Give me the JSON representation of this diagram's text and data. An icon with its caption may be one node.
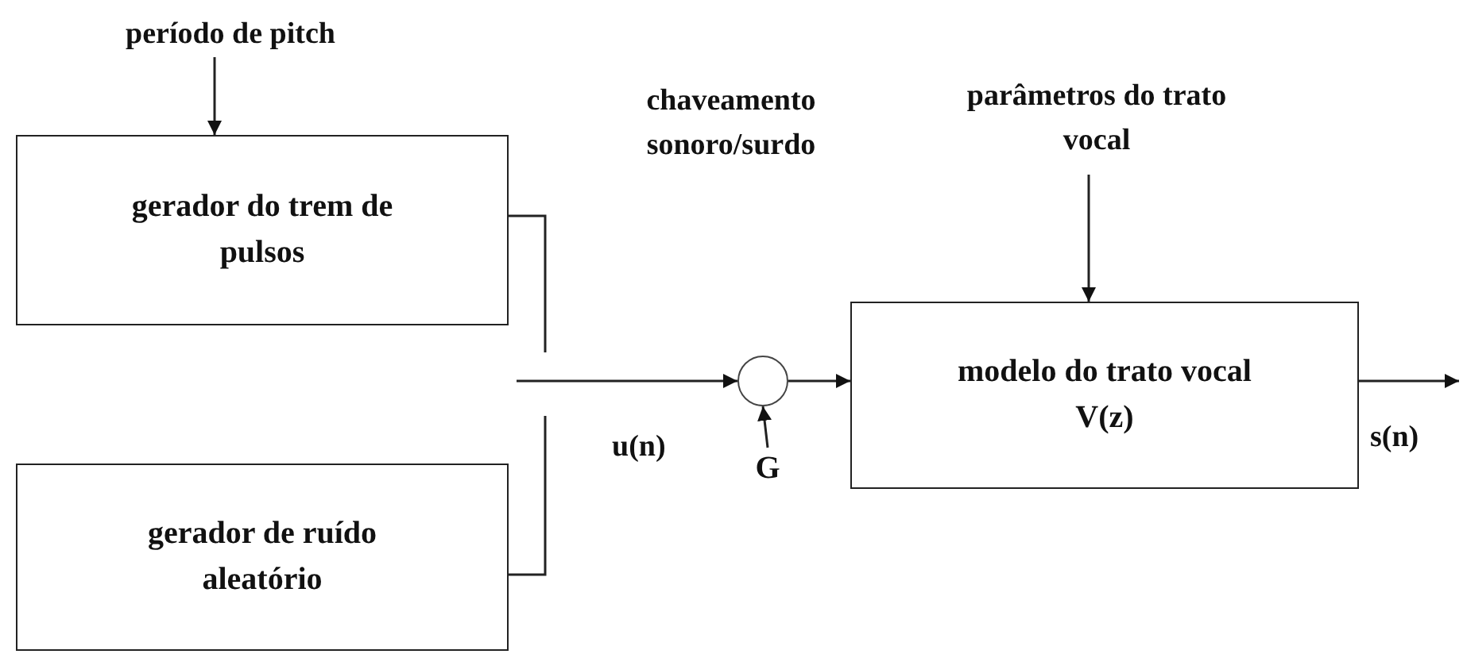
{
  "diagram": {
    "nodes": [
      {
        "text": [
          "período de pitch"
        ]
      },
      {
        "text": [
          "gerador do trem de pulsos"
        ]
      },
      {
        "text": [
          "gerador de ruído aleatório"
        ]
      },
      {
        "text": [],
        "shape": "circle"
      },
      {
        "text": [
          "G"
        ]
      },
      {
        "text": [
          "parâmetros do trato vocal"
        ]
      },
      {
        "text": [
          "modelo do trato vocal V(z)"
        ]
      }
    ],
    "edges": [
      {
        "from": 0,
        "to": 1,
        "arrow": "to"
      },
      {
        "from": 1,
        "to": null,
        "arrow": "none"
      },
      {
        "from": 2,
        "to": null,
        "arrow": "none"
      },
      {
        "from": null,
        "to": 3,
        "arrow": "to",
        "label": "u(n)"
      },
      {
        "from": 4,
        "to": 3,
        "arrow": "to"
      },
      {
        "from": 3,
        "to": 6,
        "arrow": "to"
      },
      {
        "from": 5,
        "to": 6,
        "arrow": "to"
      },
      {
        "from": 6,
        "to": null,
        "arrow": "to",
        "label": "s(n)"
      }
    ],
    "labels": [
      "chaveamento sonoro/surdo"
    ]
  }
}
